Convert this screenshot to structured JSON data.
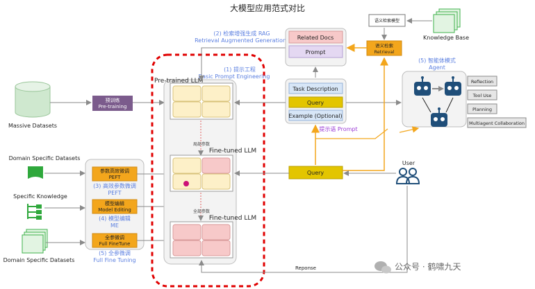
{
  "title": "大模型应用范式对比",
  "left": {
    "massive": "Massive Datasets",
    "domain1": "Domain Specific Datasets",
    "knowledge": "Specific Knowledge",
    "domain2": "Domain Specific Datasets"
  },
  "pretraining": {
    "cn": "预训练",
    "en": "Pre-training"
  },
  "methods": {
    "peft_cn": "参数高效微调",
    "peft_en": "PEFT",
    "peft_cap_cn": "(3) 高效参数微调",
    "peft_cap_en": "PEFT",
    "me_cn": "模型编辑",
    "me_en": "Model Editing",
    "me_cap_cn": "(4) 模型编辑",
    "me_cap_en": "ME",
    "fft_cn": "全参微调",
    "fft_en": "Full FineTune",
    "fft_cap_cn": "(5) 全参微调",
    "fft_cap_en": "Full Fine Tuning"
  },
  "llm": {
    "pretrained": "Pre-trained LLM",
    "finetuned1": "Fine-tuned LLM",
    "finetuned2": "Fine-tuned LLM",
    "partial": "局部参数",
    "full": "全部参数"
  },
  "captions": {
    "prompt_cn": "(1) 提示工程",
    "prompt_en": "Basic Prompt Engineering",
    "rag_cn": "(2) 检索增强生成 RAG",
    "rag_en": "Retrieval Augmented Generation",
    "agent_cn": "(5) 智能体模式",
    "agent_en": "Agent",
    "prompt_label": "提示语  Prompt"
  },
  "rag": {
    "related_docs": "Related Docs",
    "prompt": "Prompt",
    "retrieval_cn": "语义检索",
    "retrieval_en": "Retrieval",
    "semantic_model": "语义检索模型",
    "kb": "Knowledge Base"
  },
  "prompt_box": {
    "task": "Task Description",
    "query": "Query",
    "example": "Example (Optional)"
  },
  "agent": {
    "reflection": "Reflection",
    "tooluse": "Tool Use",
    "planning": "Planning",
    "multiagent": "Multiagent Collaboration"
  },
  "query2": "Query",
  "user": "User",
  "response": "Reponse",
  "watermark": "公众号 · 鹤啸九天",
  "colors": {
    "purple": "#7b5b8c",
    "orange": "#f3a61c",
    "yellow": "#e3c500",
    "cell_yellow": "#fdf0c8",
    "cell_pink": "#f7c9c9",
    "red_dashed": "#e00000",
    "caption_blue": "#5b7fe0",
    "caption_purple": "#9b3bd6",
    "green": "#3db24b",
    "navy": "#1f4e79"
  }
}
